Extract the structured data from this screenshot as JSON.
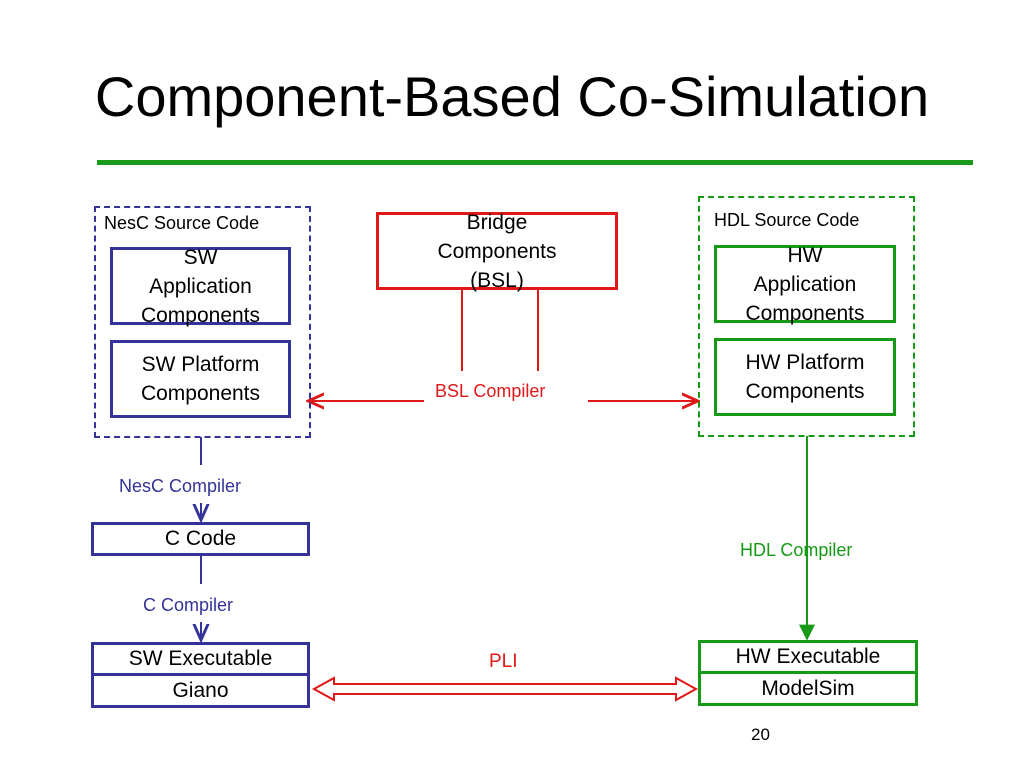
{
  "slide": {
    "title": "Component-Based Co-Simulation",
    "page_number": "20"
  },
  "sw_side": {
    "group_label": "NesC Source Code",
    "app_components": "SW Application Components",
    "platform_components": "SW Platform Components",
    "nesc_compiler": "NesC Compiler",
    "c_code": "C Code",
    "c_compiler": "C Compiler",
    "executable": "SW Executable",
    "simulator": "Giano"
  },
  "bridge": {
    "components": "Bridge Components (BSL)",
    "bsl_compiler": "BSL Compiler",
    "pli": "PLI"
  },
  "hw_side": {
    "group_label": "HDL Source Code",
    "app_components": "HW Application Components",
    "platform_components": "HW Platform Components",
    "hdl_compiler": "HDL Compiler",
    "executable": "HW Executable",
    "simulator": "ModelSim"
  },
  "colors": {
    "sw_blue": "#333399",
    "bridge_red": "#e01818",
    "hw_green": "#169a16",
    "rule_green": "#1a9a1a"
  }
}
